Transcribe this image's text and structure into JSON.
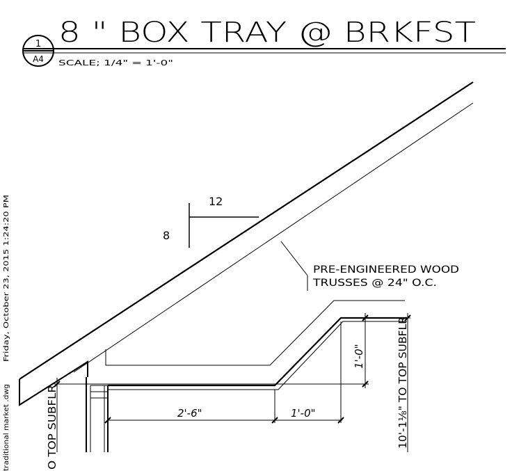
{
  "title": {
    "detail_number": "1",
    "sheet_number": "A4",
    "text": "8 \" BOX TRAY @ BRKFST",
    "scale": "SCALE; 1/4\" = 1'-0\""
  },
  "side_stamp": {
    "date": "Friday, October 23, 2015 1:24:20 PM",
    "file": "traditional market .dwg"
  },
  "slope": {
    "rise": "8",
    "run": "12"
  },
  "callout": {
    "line1": "PRE-ENGINEERED WOOD",
    "line2": "TRUSSES @ 24\" O.C."
  },
  "dimensions": {
    "tray_width": "2'-6\"",
    "slope_run": "1'-0\"",
    "tray_depth": "1'-0\"",
    "height_right": "10'-1⅛\" TO TOP SUBFLR",
    "height_left": "O TOP SUBFLR"
  },
  "colors": {
    "line": "#000000",
    "background": "#ffffff"
  }
}
